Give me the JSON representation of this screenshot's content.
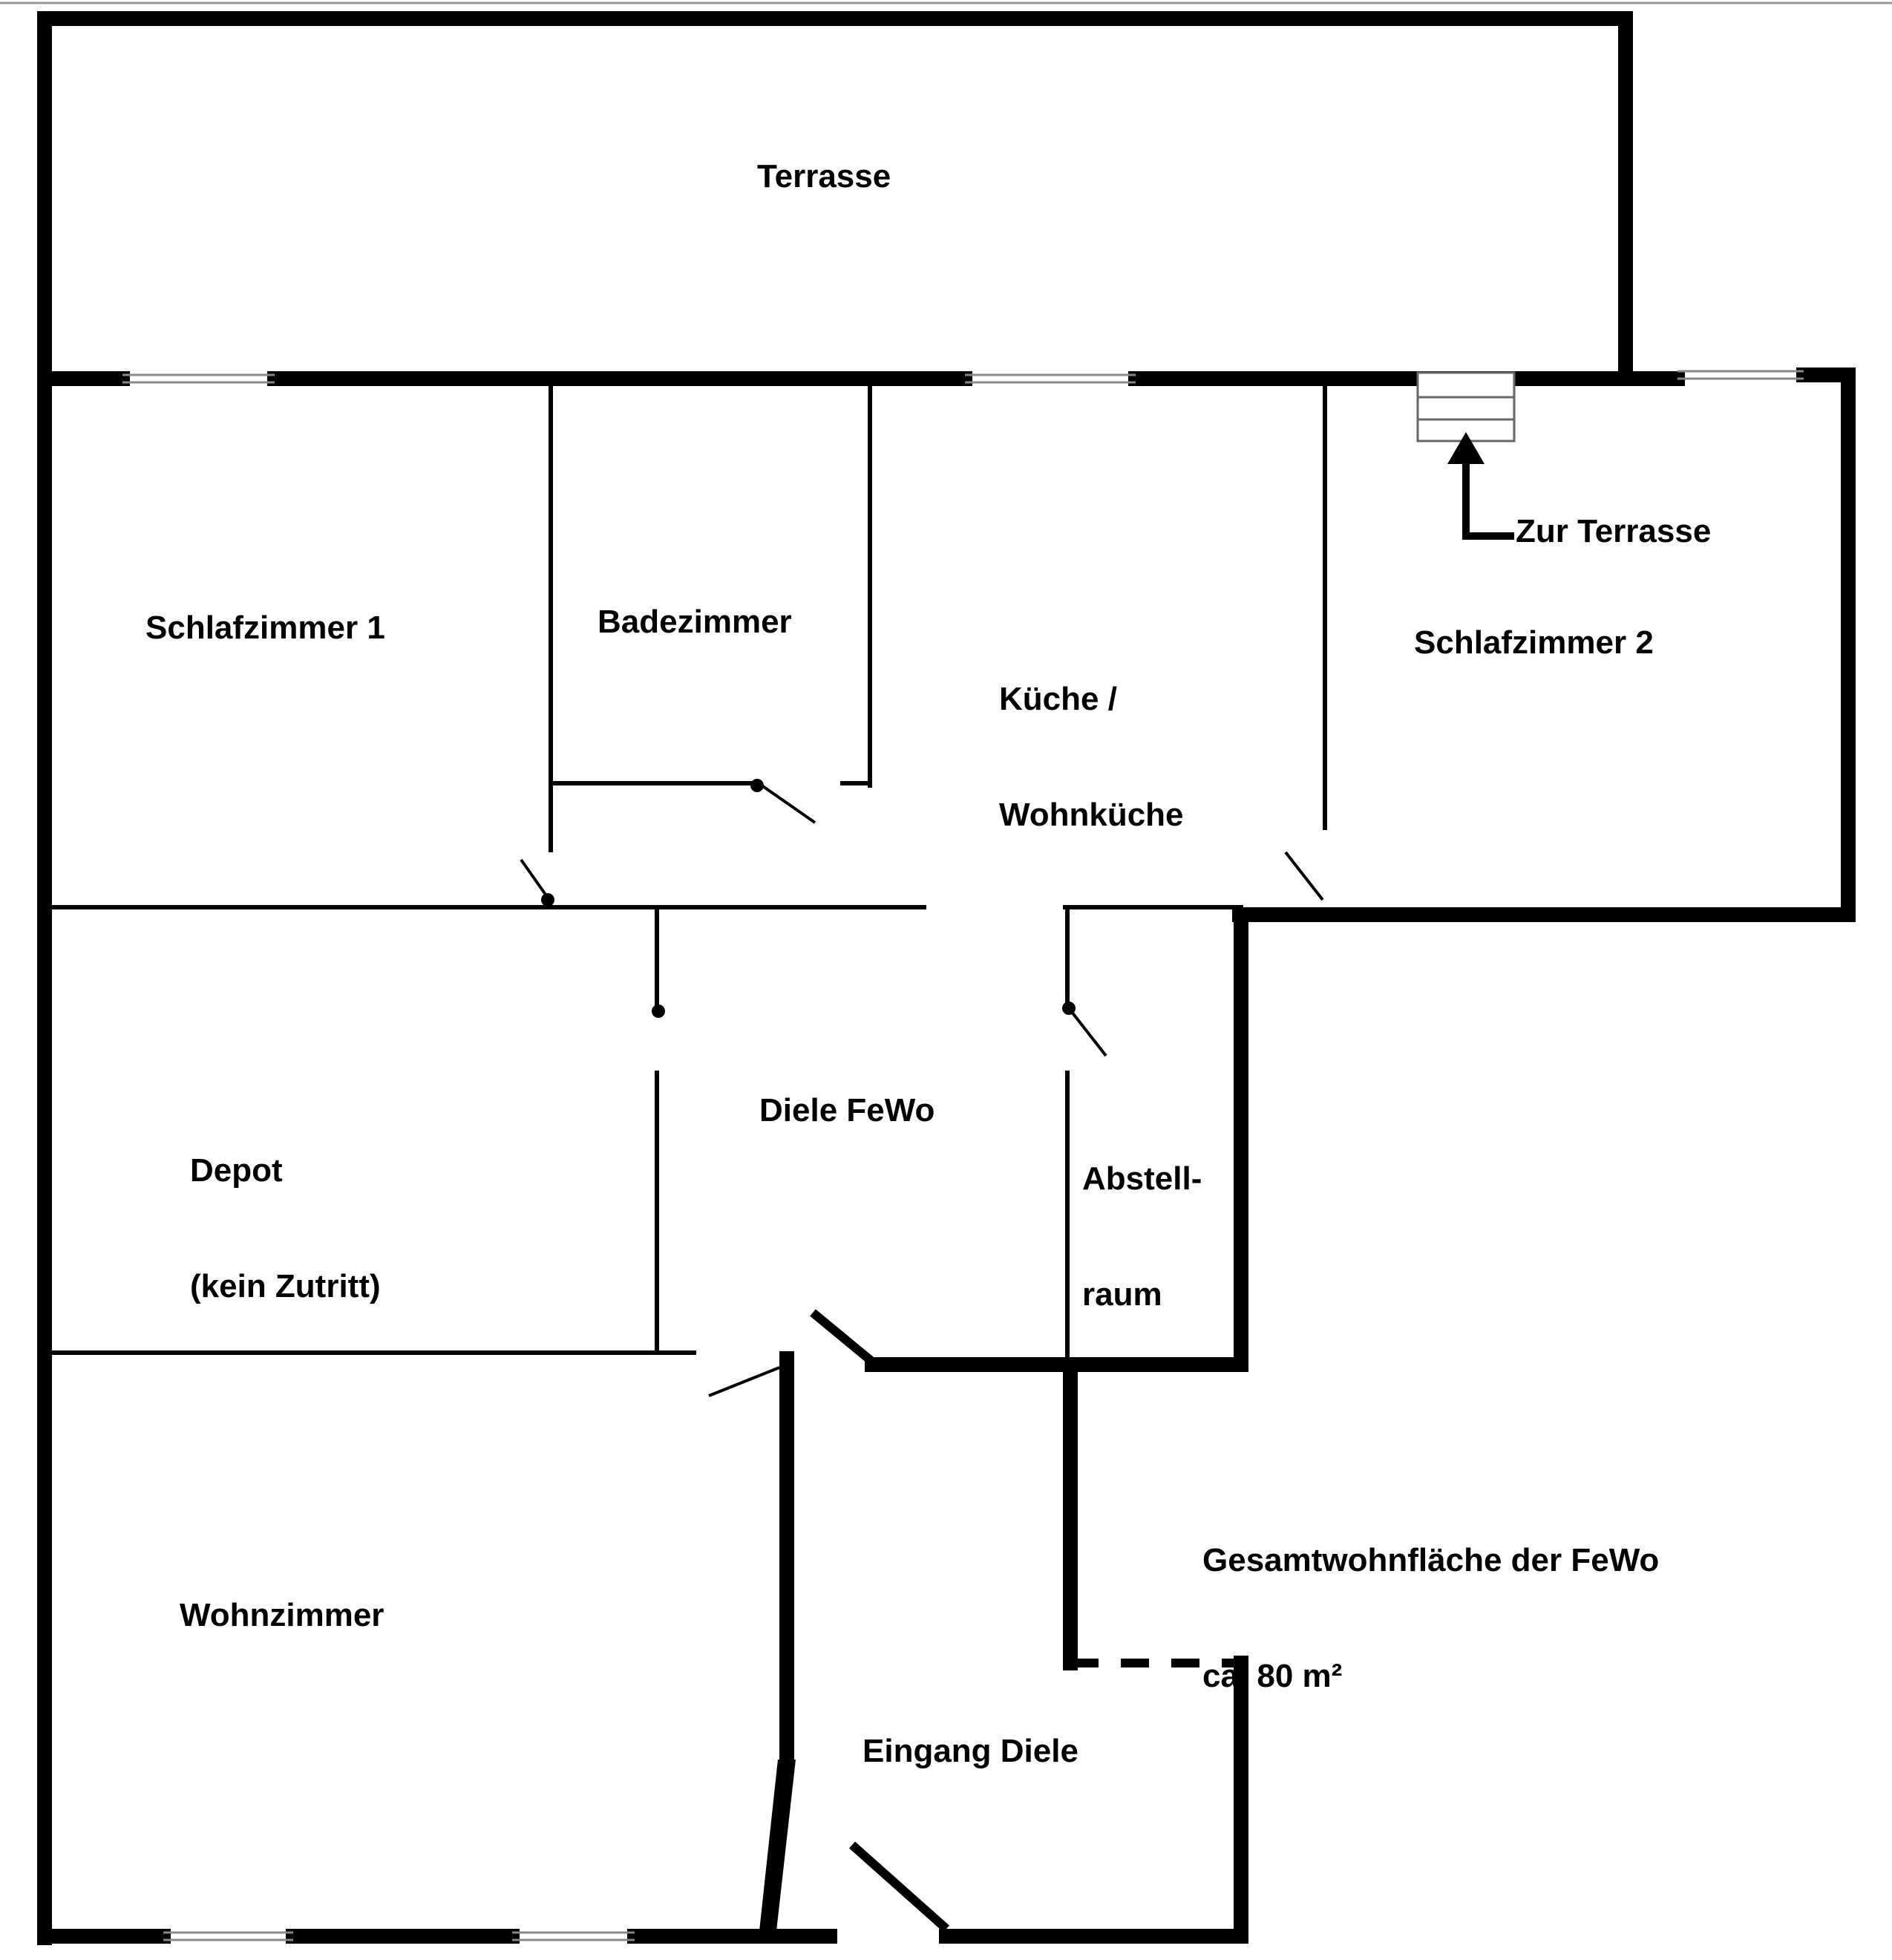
{
  "rooms": {
    "terrasse": "Terrasse",
    "schlafzimmer_1": "Schlafzimmer 1",
    "badezimmer": "Badezimmer",
    "kueche_line1": "Küche /",
    "kueche_line2": "Wohnküche",
    "schlafzimmer_2": "Schlafzimmer 2",
    "depot_line1": "Depot",
    "depot_line2": "(kein Zutritt)",
    "diele": "Diele FeWo",
    "abstell_line1": "Abstell-",
    "abstell_line2": "raum",
    "wohnzimmer": "Wohnzimmer",
    "eingang": "Eingang Diele"
  },
  "annotations": {
    "zur_terrasse": "Zur Terrasse",
    "gesamt_line1": "Gesamtwohnfläche der FeWo",
    "gesamt_line2": "ca. 80 m²"
  }
}
